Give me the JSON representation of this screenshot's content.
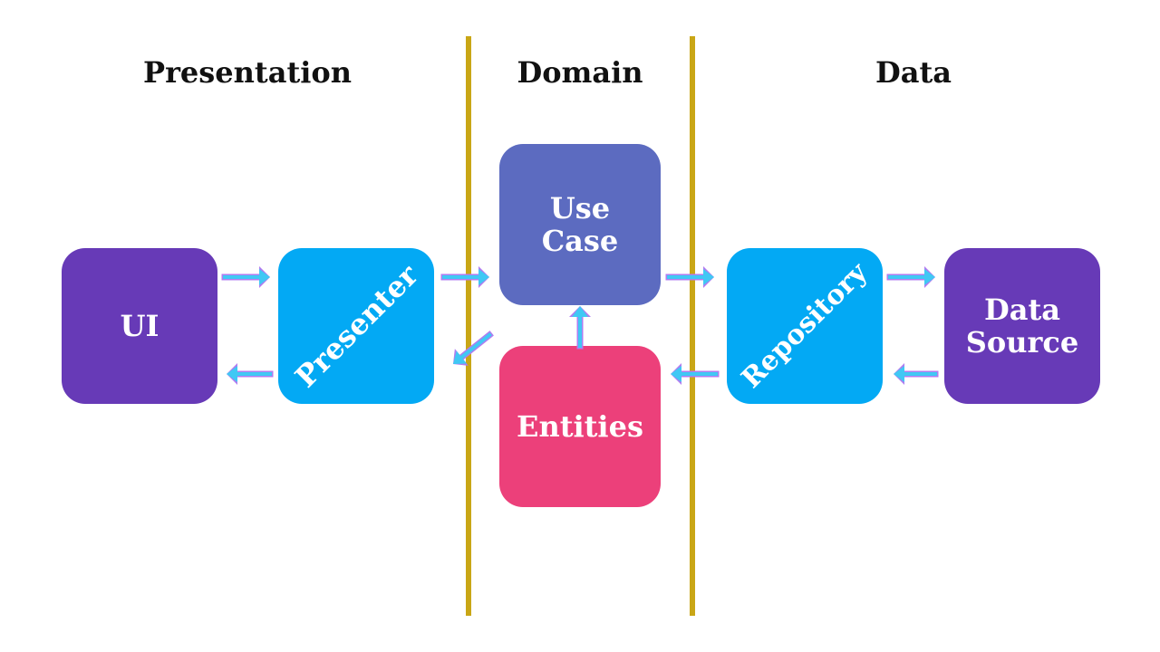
{
  "sections": {
    "presentation": "Presentation",
    "domain": "Domain",
    "data": "Data"
  },
  "boxes": {
    "ui": "UI",
    "presenter": "Presenter",
    "use_case": "Use\nCase",
    "entities": "Entities",
    "repository": "Repository",
    "data_source": "Data\nSource"
  },
  "colors": {
    "ui": "#673ab7",
    "presenter": "#03a9f4",
    "use_case": "#5c6bc0",
    "entities": "#ec407a",
    "repository": "#03a9f4",
    "data_source": "#673ab7",
    "divider": "#c9a616",
    "arrow": "#40c8f4",
    "arrow_glow": "#b07cf0"
  },
  "arrows": [
    {
      "name": "arrow-ui-to-presenter",
      "direction": "right"
    },
    {
      "name": "arrow-presenter-to-ui",
      "direction": "left"
    },
    {
      "name": "arrow-presenter-to-use-case",
      "direction": "right"
    },
    {
      "name": "arrow-use-case-to-presenter",
      "direction": "down-left"
    },
    {
      "name": "arrow-entities-to-use-case",
      "direction": "up"
    },
    {
      "name": "arrow-use-case-to-repository",
      "direction": "right"
    },
    {
      "name": "arrow-repository-to-entities",
      "direction": "left"
    },
    {
      "name": "arrow-repository-to-data-source",
      "direction": "right"
    },
    {
      "name": "arrow-data-source-to-repository",
      "direction": "left"
    }
  ]
}
